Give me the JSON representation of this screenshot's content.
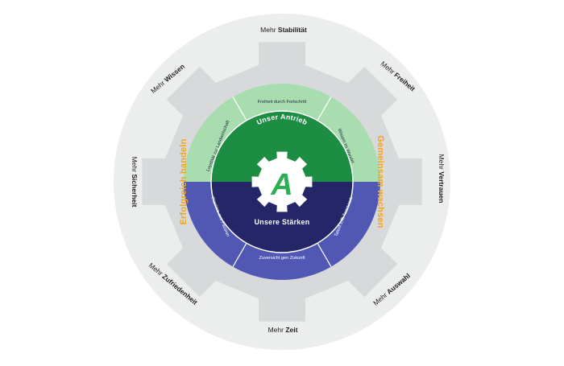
{
  "outer_ring": [
    {
      "prefix": "Mehr",
      "keyword": "Stabilität"
    },
    {
      "prefix": "Mehr",
      "keyword": "Freiheit"
    },
    {
      "prefix": "Mehr",
      "keyword": "Vertrauen"
    },
    {
      "prefix": "Mehr",
      "keyword": "Auswahl"
    },
    {
      "prefix": "Mehr",
      "keyword": "Zeit"
    },
    {
      "prefix": "Mehr",
      "keyword": "Zufriedenheit"
    },
    {
      "prefix": "Mehr",
      "keyword": "Sicherheit"
    },
    {
      "prefix": "Mehr",
      "keyword": "Wissen"
    }
  ],
  "side_labels": {
    "left": "Erfolgreich handeln",
    "right": "Gemeinsam wachsen"
  },
  "drive": {
    "title": "Unser Antrieb",
    "segments": [
      "Loyalität zur Landwirtschaft",
      "Freiheit durch Fortschritt",
      "Wissen im Wandel"
    ]
  },
  "strengths": {
    "title": "Unsere Stärken",
    "segments": [
      "Talent trifft Teamwork",
      "Zuversicht gen Zukunft",
      "Pioniere aus Passion"
    ]
  },
  "logo": {
    "letter": "A"
  },
  "colors": {
    "outer_ring": "#eceded",
    "gear": "#d7d9da",
    "green_light": "#a8ddb0",
    "green_mid": "#2fa24e",
    "green_dark": "#1d8d43",
    "blue_light": "#5058b4",
    "blue_mid": "#2f318a",
    "blue_dark": "#242667",
    "accent_orange": "#f2a51f",
    "logo_green": "#2bb154"
  }
}
